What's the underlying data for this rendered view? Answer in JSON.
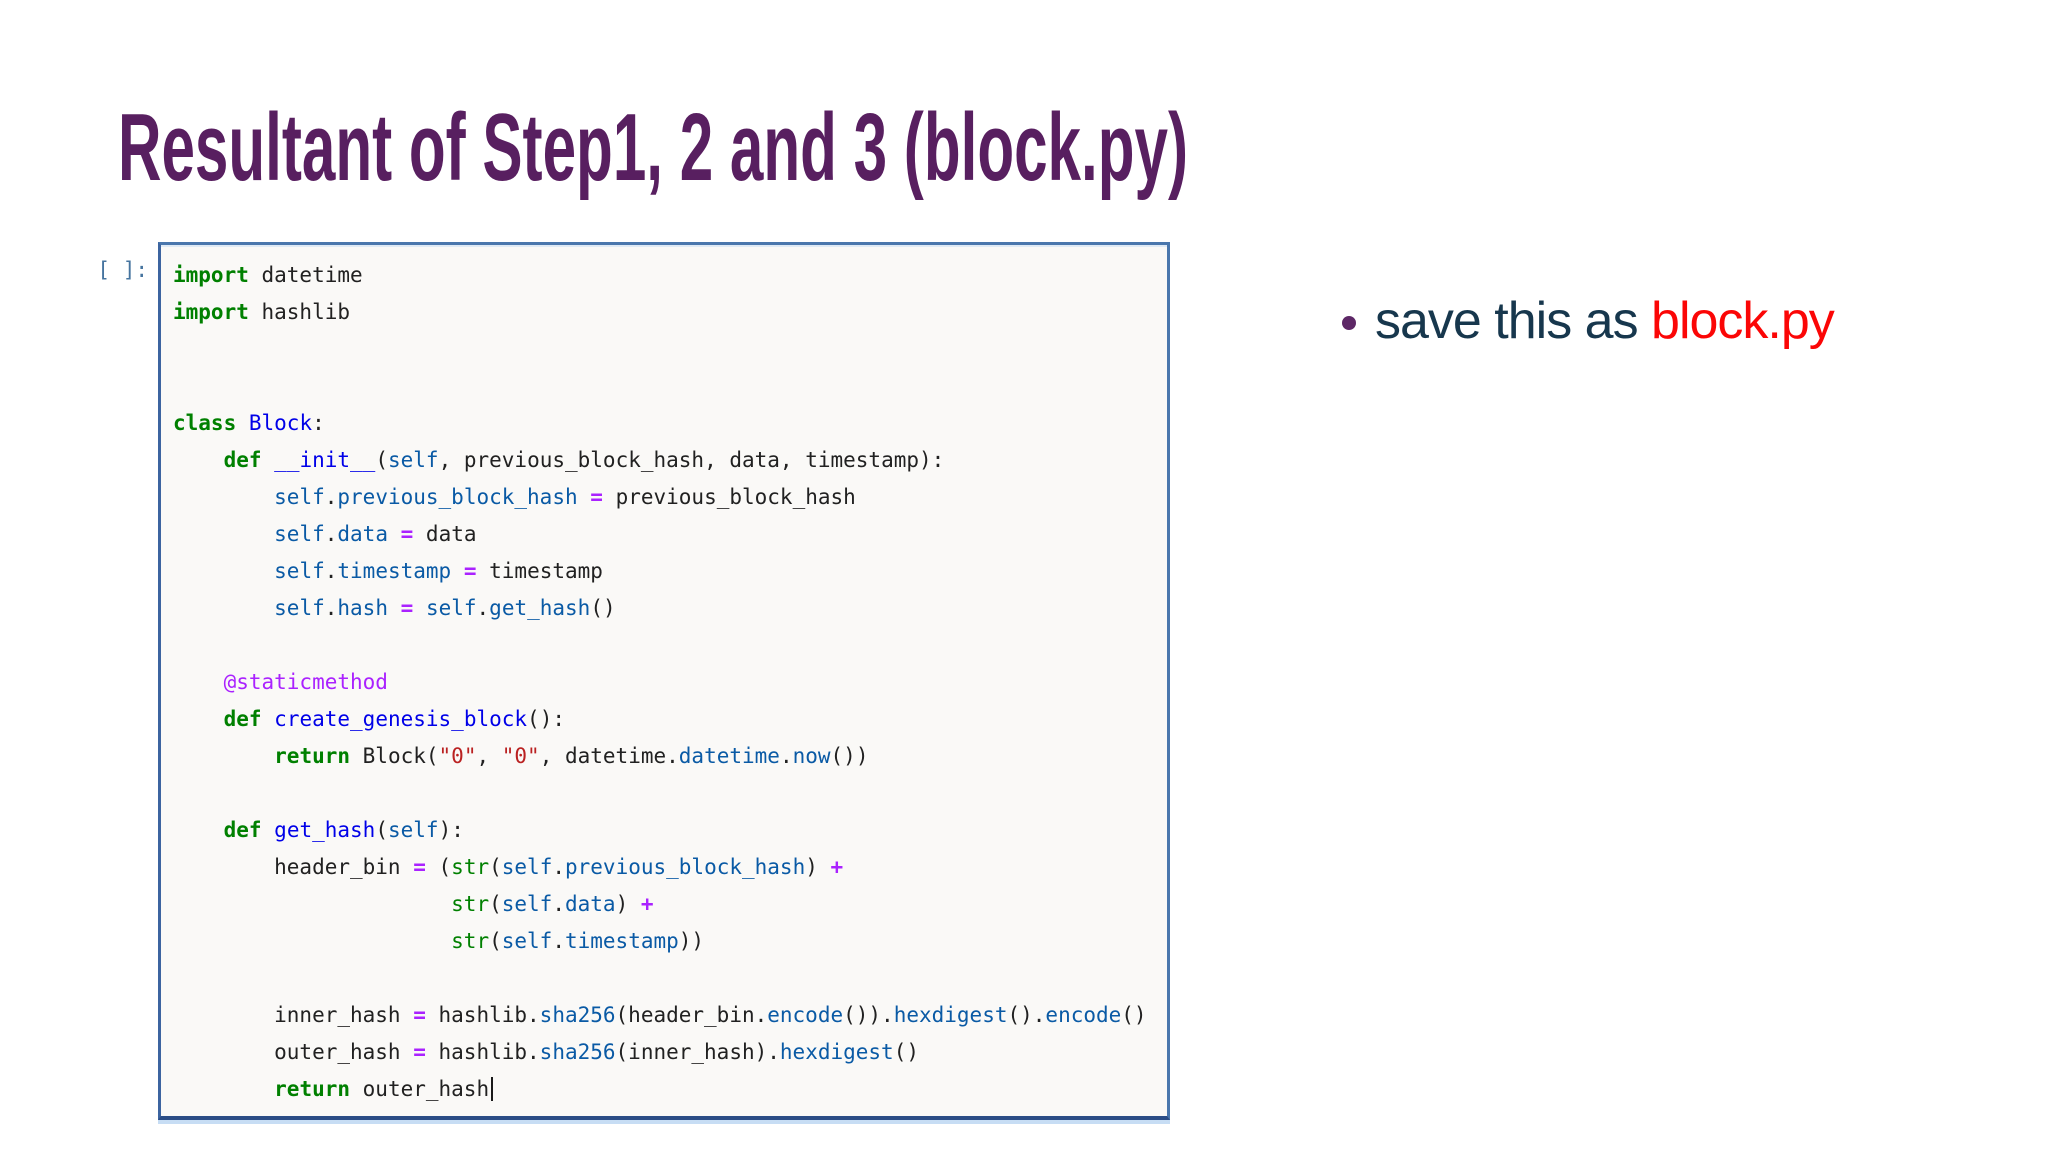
{
  "title": "Resultant of Step1, 2 and 3 (block.py)",
  "note": {
    "text": "save this as ",
    "highlight": "block.py"
  },
  "cell": {
    "prompt": "[ ]:",
    "lines": [
      [
        [
          "kw",
          "import"
        ],
        [
          "pl",
          " datetime"
        ]
      ],
      [
        [
          "kw",
          "import"
        ],
        [
          "pl",
          " hashlib"
        ]
      ],
      [],
      [],
      [
        [
          "kw",
          "class"
        ],
        [
          "pl",
          " "
        ],
        [
          "df",
          "Block"
        ],
        [
          "pl",
          ":"
        ]
      ],
      [
        [
          "pl",
          "    "
        ],
        [
          "kw",
          "def"
        ],
        [
          "pl",
          " "
        ],
        [
          "df",
          "__init__"
        ],
        [
          "pl",
          "("
        ],
        [
          "sf",
          "self"
        ],
        [
          "pl",
          ", previous_block_hash, data, timestamp):"
        ]
      ],
      [
        [
          "pl",
          "        "
        ],
        [
          "sf",
          "self"
        ],
        [
          "pl",
          "."
        ],
        [
          "pr",
          "previous_block_hash"
        ],
        [
          "pl",
          " "
        ],
        [
          "op",
          "="
        ],
        [
          "pl",
          " previous_block_hash"
        ]
      ],
      [
        [
          "pl",
          "        "
        ],
        [
          "sf",
          "self"
        ],
        [
          "pl",
          "."
        ],
        [
          "pr",
          "data"
        ],
        [
          "pl",
          " "
        ],
        [
          "op",
          "="
        ],
        [
          "pl",
          " data"
        ]
      ],
      [
        [
          "pl",
          "        "
        ],
        [
          "sf",
          "self"
        ],
        [
          "pl",
          "."
        ],
        [
          "pr",
          "timestamp"
        ],
        [
          "pl",
          " "
        ],
        [
          "op",
          "="
        ],
        [
          "pl",
          " timestamp"
        ]
      ],
      [
        [
          "pl",
          "        "
        ],
        [
          "sf",
          "self"
        ],
        [
          "pl",
          "."
        ],
        [
          "pr",
          "hash"
        ],
        [
          "pl",
          " "
        ],
        [
          "op",
          "="
        ],
        [
          "pl",
          " "
        ],
        [
          "sf",
          "self"
        ],
        [
          "pl",
          "."
        ],
        [
          "pr",
          "get_hash"
        ],
        [
          "pl",
          "()"
        ]
      ],
      [],
      [
        [
          "pl",
          "    "
        ],
        [
          "mt",
          "@staticmethod"
        ]
      ],
      [
        [
          "pl",
          "    "
        ],
        [
          "kw",
          "def"
        ],
        [
          "pl",
          " "
        ],
        [
          "df",
          "create_genesis_block"
        ],
        [
          "pl",
          "():"
        ]
      ],
      [
        [
          "pl",
          "        "
        ],
        [
          "kw",
          "return"
        ],
        [
          "pl",
          " Block("
        ],
        [
          "st",
          "\"0\""
        ],
        [
          "pl",
          ", "
        ],
        [
          "st",
          "\"0\""
        ],
        [
          "pl",
          ", datetime."
        ],
        [
          "pr",
          "datetime"
        ],
        [
          "pl",
          "."
        ],
        [
          "pr",
          "now"
        ],
        [
          "pl",
          "())"
        ]
      ],
      [],
      [
        [
          "pl",
          "    "
        ],
        [
          "kw",
          "def"
        ],
        [
          "pl",
          " "
        ],
        [
          "df",
          "get_hash"
        ],
        [
          "pl",
          "("
        ],
        [
          "sf",
          "self"
        ],
        [
          "pl",
          "):"
        ]
      ],
      [
        [
          "pl",
          "        header_bin "
        ],
        [
          "op",
          "="
        ],
        [
          "pl",
          " ("
        ],
        [
          "bi",
          "str"
        ],
        [
          "pl",
          "("
        ],
        [
          "sf",
          "self"
        ],
        [
          "pl",
          "."
        ],
        [
          "pr",
          "previous_block_hash"
        ],
        [
          "pl",
          ") "
        ],
        [
          "op",
          "+"
        ]
      ],
      [
        [
          "pl",
          "                      "
        ],
        [
          "bi",
          "str"
        ],
        [
          "pl",
          "("
        ],
        [
          "sf",
          "self"
        ],
        [
          "pl",
          "."
        ],
        [
          "pr",
          "data"
        ],
        [
          "pl",
          ") "
        ],
        [
          "op",
          "+"
        ]
      ],
      [
        [
          "pl",
          "                      "
        ],
        [
          "bi",
          "str"
        ],
        [
          "pl",
          "("
        ],
        [
          "sf",
          "self"
        ],
        [
          "pl",
          "."
        ],
        [
          "pr",
          "timestamp"
        ],
        [
          "pl",
          "))"
        ]
      ],
      [],
      [
        [
          "pl",
          "        inner_hash "
        ],
        [
          "op",
          "="
        ],
        [
          "pl",
          " hashlib."
        ],
        [
          "pr",
          "sha256"
        ],
        [
          "pl",
          "(header_bin."
        ],
        [
          "pr",
          "encode"
        ],
        [
          "pl",
          "())."
        ],
        [
          "pr",
          "hexdigest"
        ],
        [
          "pl",
          "()."
        ],
        [
          "pr",
          "encode"
        ],
        [
          "pl",
          "()"
        ]
      ],
      [
        [
          "pl",
          "        outer_hash "
        ],
        [
          "op",
          "="
        ],
        [
          "pl",
          " hashlib."
        ],
        [
          "pr",
          "sha256"
        ],
        [
          "pl",
          "(inner_hash)."
        ],
        [
          "pr",
          "hexdigest"
        ],
        [
          "pl",
          "()"
        ]
      ],
      [
        [
          "pl",
          "        "
        ],
        [
          "kw",
          "return"
        ],
        [
          "pl",
          " outer_hash"
        ],
        [
          "cur",
          ""
        ]
      ]
    ]
  },
  "colors": {
    "title": "#581f60",
    "note_text": "#17374d",
    "note_highlight": "#fb0606",
    "bullet": "#5d2766",
    "cell_border": "#4a77ad",
    "cell_border_bottom": "#2b4d86",
    "cell_bg": "#faf9f7",
    "prompt": "#46749f",
    "keyword": "#008000",
    "builtin": "#008000",
    "def": "#0000e8",
    "prop": "#0a5aa5",
    "operator": "#aa22ff",
    "meta": "#aa22ff",
    "string": "#ba2121",
    "plain": "#212121",
    "cursor": "#1a1a1a"
  }
}
